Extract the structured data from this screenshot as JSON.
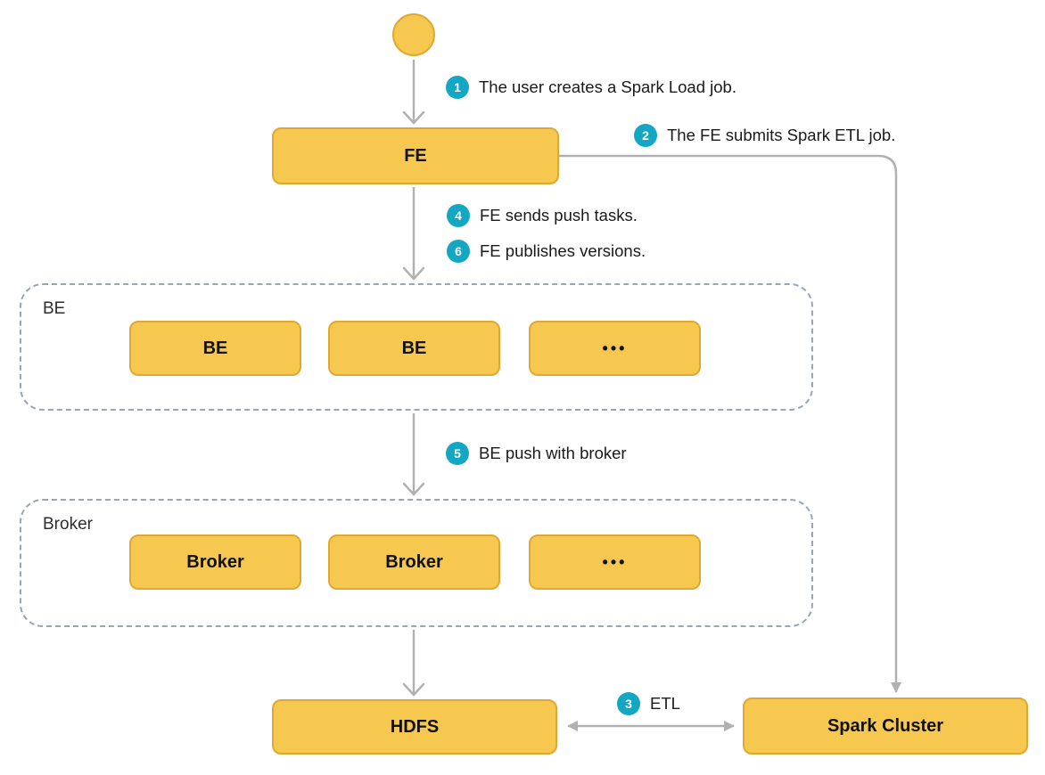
{
  "colors": {
    "node_fill": "#F6C850",
    "node_border": "#E0A830",
    "badge_bg": "#14A7C4",
    "badge_text": "#FFFFFF",
    "arrow": "#B1B1B1",
    "group_border": "#9AA6B2",
    "text": "#1A1A1A",
    "background": "#FFFFFF"
  },
  "nodes": {
    "fe": {
      "label": "FE"
    },
    "hdfs": {
      "label": "HDFS"
    },
    "spark_cluster": {
      "label": "Spark Cluster"
    }
  },
  "groups": {
    "be": {
      "label": "BE",
      "children": [
        "BE",
        "BE",
        "•••"
      ]
    },
    "broker": {
      "label": "Broker",
      "children": [
        "Broker",
        "Broker",
        "•••"
      ]
    }
  },
  "steps": [
    {
      "num": "1",
      "text": "The user creates a Spark Load job."
    },
    {
      "num": "2",
      "text": "The FE submits Spark ETL job."
    },
    {
      "num": "3",
      "text": "ETL"
    },
    {
      "num": "4",
      "text": "FE sends push tasks."
    },
    {
      "num": "5",
      "text": "BE push with broker"
    },
    {
      "num": "6",
      "text": "FE publishes versions."
    }
  ]
}
